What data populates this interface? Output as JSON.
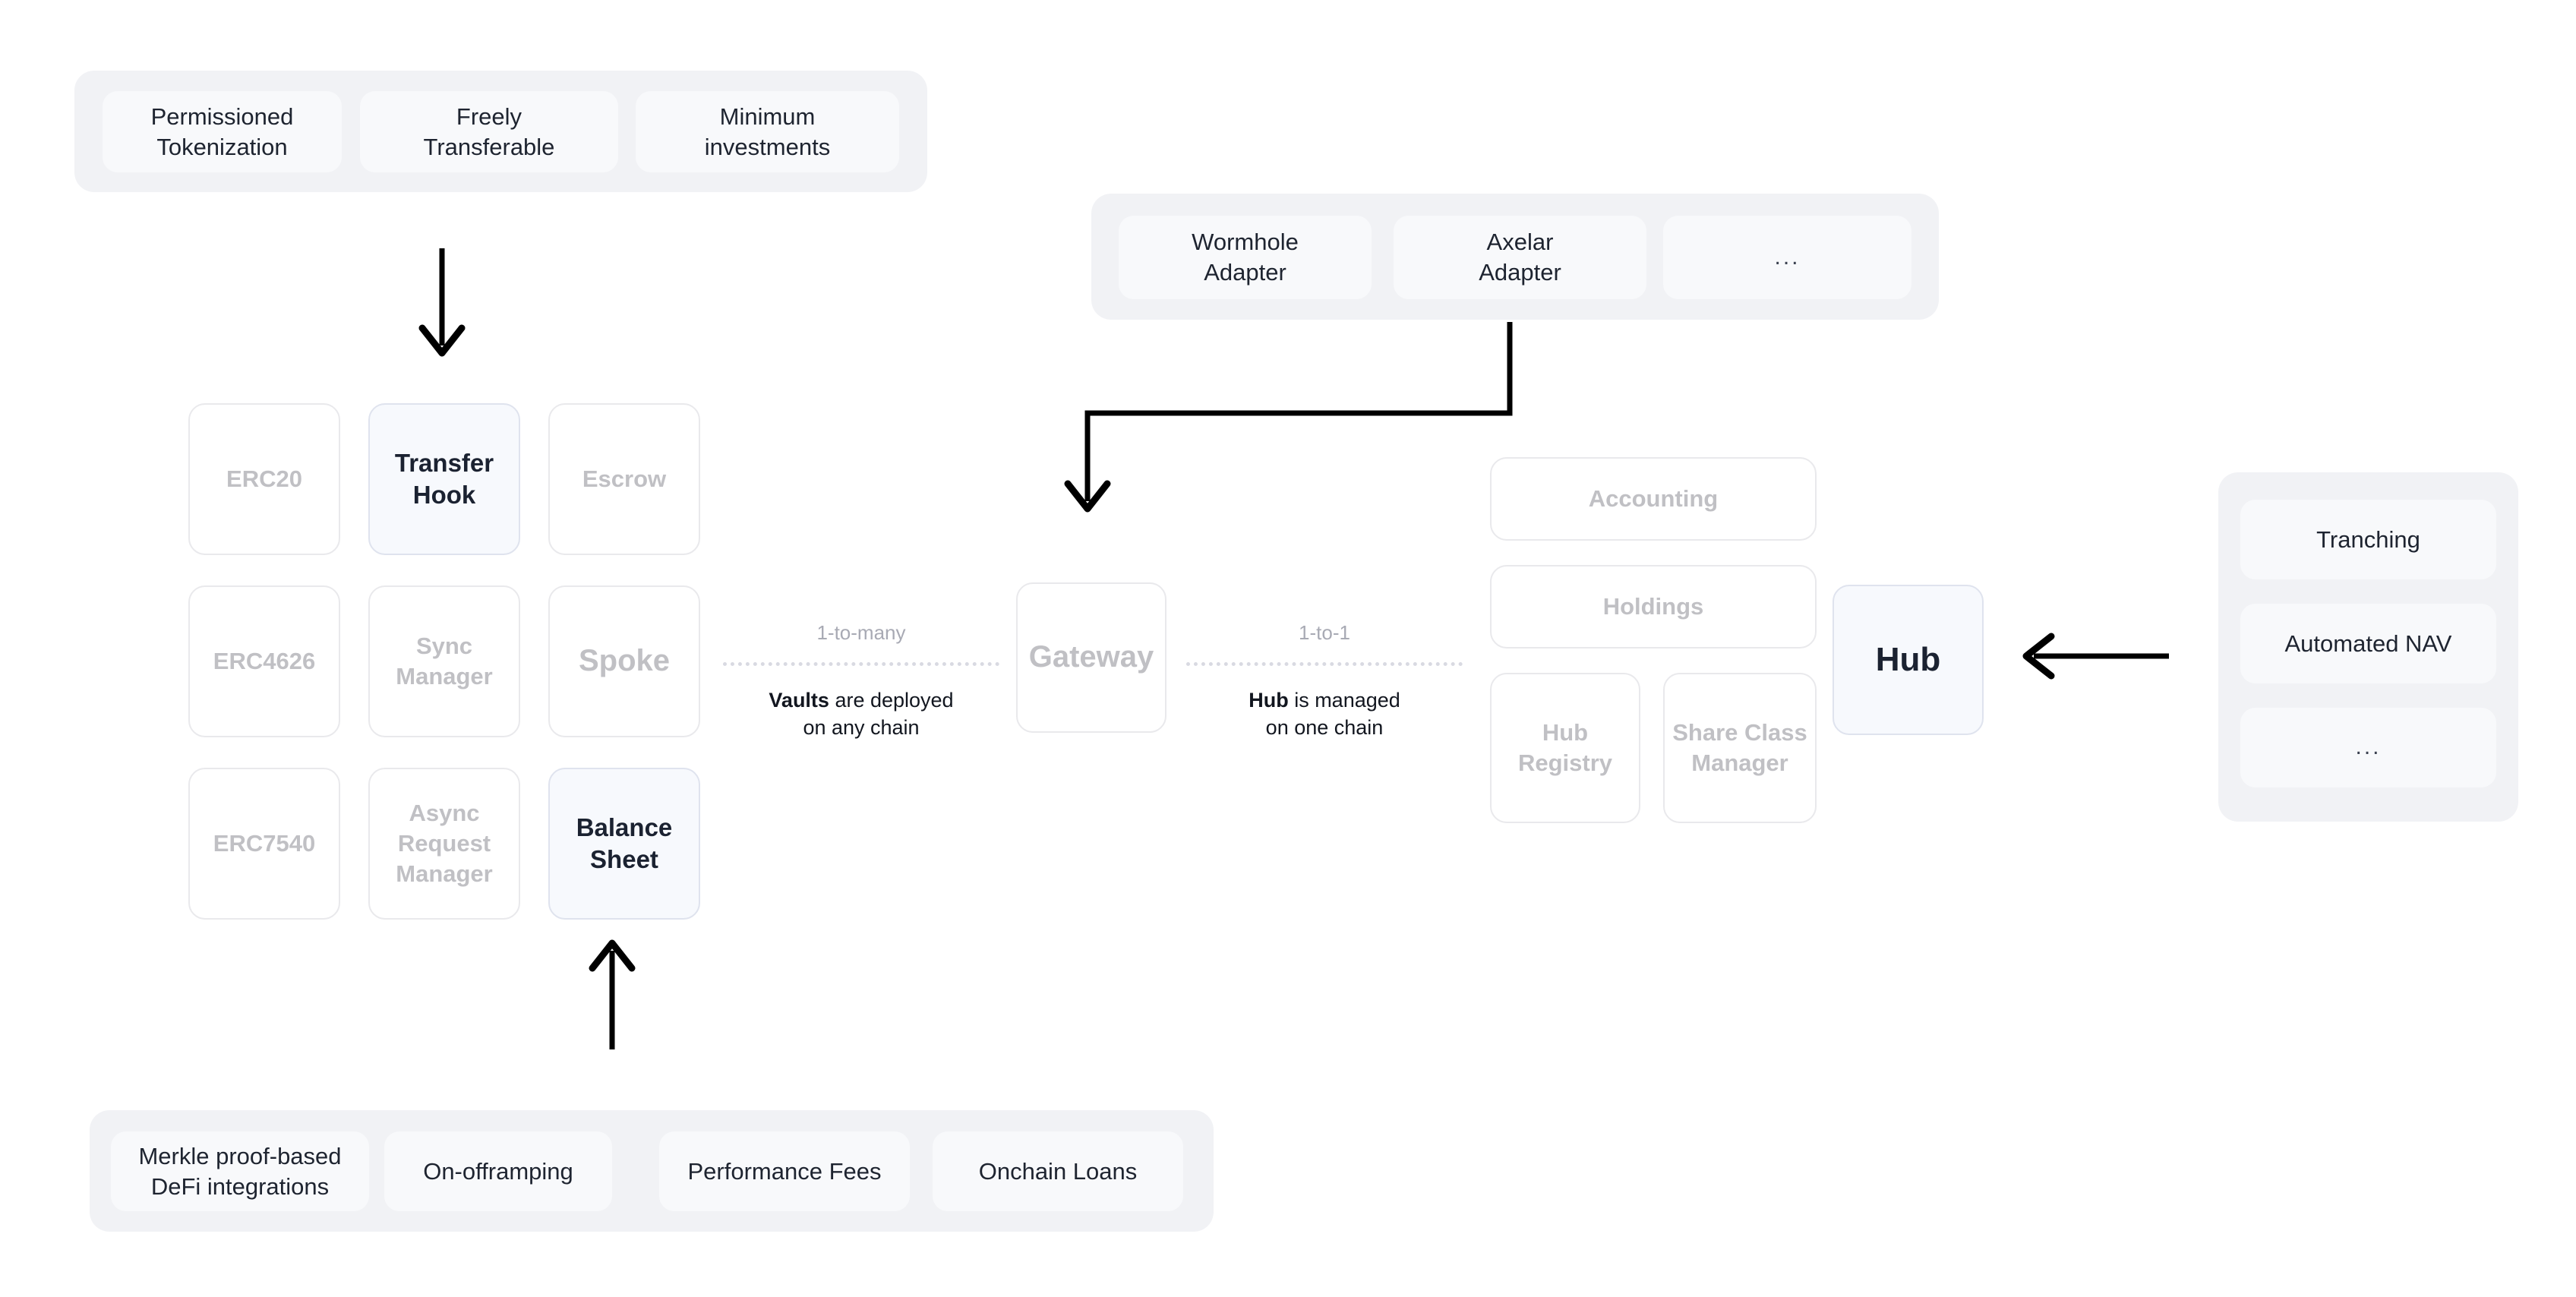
{
  "diagram": {
    "groups": {
      "token_features": {
        "items": [
          {
            "label": "Permissioned\nTokenization"
          },
          {
            "label": "Freely\nTransferable"
          },
          {
            "label": "Minimum\ninvestments"
          }
        ]
      },
      "adapters": {
        "items": [
          {
            "label": "Wormhole\nAdapter"
          },
          {
            "label": "Axelar\nAdapter"
          },
          {
            "label": "..."
          }
        ]
      },
      "balance_sheet_features": {
        "items": [
          {
            "label": "Merkle proof-based\nDeFi integrations"
          },
          {
            "label": "On-offramping"
          },
          {
            "label": "Performance Fees"
          },
          {
            "label": "Onchain Loans"
          }
        ]
      },
      "hub_features": {
        "items": [
          {
            "label": "Tranching"
          },
          {
            "label": "Automated NAV"
          },
          {
            "label": "..."
          }
        ]
      }
    },
    "spoke_grid": {
      "cells": [
        {
          "label": "ERC20",
          "state": "muted"
        },
        {
          "label": "Transfer\nHook",
          "state": "highlight"
        },
        {
          "label": "Escrow",
          "state": "muted"
        },
        {
          "label": "ERC4626",
          "state": "muted"
        },
        {
          "label": "Sync\nManager",
          "state": "muted"
        },
        {
          "label": "Spoke",
          "state": "muted-large"
        },
        {
          "label": "ERC7540",
          "state": "muted"
        },
        {
          "label": "Async\nRequest\nManager",
          "state": "muted"
        },
        {
          "label": "Balance\nSheet",
          "state": "highlight"
        }
      ]
    },
    "gateway": {
      "label": "Gateway"
    },
    "hub": {
      "label": "Hub"
    },
    "hub_modules": [
      {
        "label": "Accounting"
      },
      {
        "label": "Holdings"
      },
      {
        "label": "Hub\nRegistry"
      },
      {
        "label": "Share Class\nManager"
      }
    ],
    "relations": {
      "left": {
        "cardinality": "1-to-many",
        "caption_strong": "Vaults",
        "caption_rest": " are deployed",
        "caption_line2": "on any chain"
      },
      "right": {
        "cardinality": "1-to-1",
        "caption_strong": "Hub",
        "caption_rest": " is managed",
        "caption_line2": "on one chain"
      }
    },
    "colors": {
      "group_bg": "#f1f2f5",
      "soft_card_bg": "#f8f9fb",
      "outline_border": "#e9e9ec",
      "muted_text": "#c0c0c4",
      "highlight_bg": "#f7f9fd",
      "highlight_border": "#dfe3ee",
      "dark_text": "#1b2231",
      "dotted": "#d9dae2",
      "arrow": "#000000"
    }
  }
}
